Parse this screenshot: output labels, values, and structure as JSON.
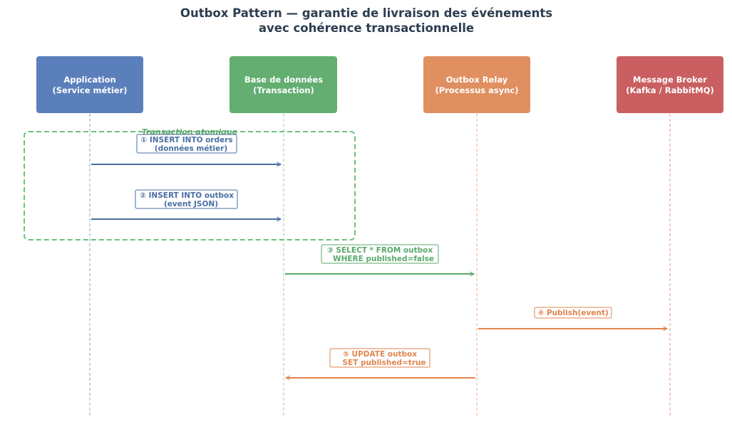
{
  "title": {
    "line1": "Outbox Pattern — garantie de livraison des événements",
    "line2": "avec cohérence transactionnelle"
  },
  "colors": {
    "title": "#2c3e50",
    "blue": "#4a6fa5",
    "green": "#5aa86a",
    "orange": "#e0844e",
    "red": "#c95a5c"
  },
  "actors": [
    {
      "line1": "Application",
      "line2": "(Service métier)",
      "color": "#5b7fbb",
      "lifeline": "#9db3d8"
    },
    {
      "line1": "Base de données",
      "line2": "(Transaction)",
      "color": "#64ae72",
      "lifeline": "#a6d4ae"
    },
    {
      "line1": "Outbox Relay",
      "line2": "(Processus async)",
      "color": "#e08f61",
      "lifeline": "#efbfa2"
    },
    {
      "line1": "Message Broker",
      "line2": "(Kafka / RabbitMQ)",
      "color": "#c95f60",
      "lifeline": "#e3a7a6"
    }
  ],
  "group": {
    "label": "Transaction atomique",
    "color": "#6cc07c"
  },
  "messages": [
    {
      "from": 0,
      "to": 1,
      "line1": "① INSERT INTO orders",
      "line2": "(données métier)",
      "color": "#4a6fa5"
    },
    {
      "from": 0,
      "to": 1,
      "line1": "② INSERT INTO outbox",
      "line2": "(event JSON)",
      "color": "#4a6fa5"
    },
    {
      "from": 1,
      "to": 2,
      "line1": "③ SELECT * FROM outbox",
      "line2": "WHERE published=false",
      "color": "#5aa86a"
    },
    {
      "from": 2,
      "to": 3,
      "line1": "④ Publish(event)",
      "line2": "",
      "color": "#e0844e"
    },
    {
      "from": 2,
      "to": 1,
      "line1": "⑤ UPDATE outbox",
      "line2": "SET published=true",
      "color": "#e0844e"
    }
  ]
}
